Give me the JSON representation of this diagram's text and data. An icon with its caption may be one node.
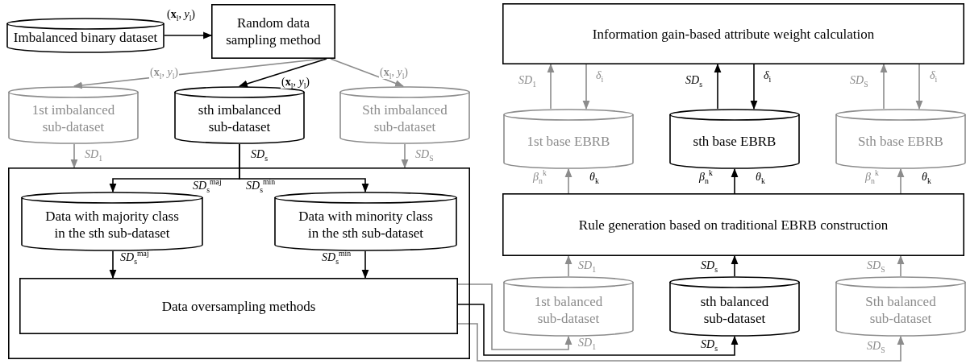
{
  "diagram": {
    "nodes": [
      {
        "text": [
          "Imbalanced binary dataset"
        ]
      },
      {
        "text": [
          "Random data sampling method"
        ]
      },
      {
        "text": [
          "1st imbalanced sub-dataset"
        ]
      },
      {
        "text": [
          "sth imbalanced sub-dataset"
        ]
      },
      {
        "text": [
          "Sth imbalanced sub-dataset"
        ]
      },
      {
        "text": [],
        "shape": "box"
      },
      {
        "text": [
          "Data with majority class in the sth sub-dataset"
        ],
        "in": 5
      },
      {
        "text": [
          "Data with minority class in the sth sub-dataset"
        ],
        "in": 5
      },
      {
        "text": [
          "Data oversampling methods"
        ],
        "in": 5
      },
      {
        "text": [
          "Information gain-based attribute weight calculation"
        ]
      },
      {
        "text": [
          "1st base EBRB"
        ]
      },
      {
        "text": [
          "sth base EBRB"
        ]
      },
      {
        "text": [
          "Sth base EBRB"
        ]
      },
      {
        "text": [
          "Rule generation based on traditional EBRB construction"
        ]
      },
      {
        "text": [
          "1st balanced sub-dataset"
        ]
      },
      {
        "text": [
          "sth balanced sub-dataset"
        ]
      },
      {
        "text": [
          "Sth balanced sub-dataset"
        ]
      }
    ],
    "edges": [
      {
        "from": 0,
        "to": 1,
        "arrow": "to",
        "label": "(**x**$_{l}$, *y*$_{l}$)",
        "color": "#000000"
      },
      {
        "from": 1,
        "to": 2,
        "arrow": "to",
        "label": "(**x**$_{l}$, *y*$_{l}$)",
        "color": "#8c8c8c"
      },
      {
        "from": 1,
        "to": 3,
        "arrow": "to",
        "label": "(**x**$_{l}$, *y*$_{l}$)",
        "color": "#000000"
      },
      {
        "from": 1,
        "to": 4,
        "arrow": "to",
        "label": "(**x**$_{l}$, *y*$_{l}$)",
        "color": "#8c8c8c"
      },
      {
        "from": 2,
        "to": 5,
        "arrow": "to",
        "label": "*SD*$_{1}$",
        "color": "#8c8c8c"
      },
      {
        "from": 3,
        "to": 6,
        "arrow": "to",
        "label": "*SD*$_{s}$$^{maj}$",
        "color": "#000000"
      },
      {
        "from": 3,
        "to": 7,
        "arrow": "to",
        "label": "*SD*$_{s}$$^{min}$",
        "color": "#000000"
      },
      {
        "from": 4,
        "to": 5,
        "arrow": "to",
        "label": "*SD*$_{S}$",
        "color": "#8c8c8c"
      },
      {
        "from": 6,
        "to": 8,
        "arrow": "to",
        "label": "*SD*$_{s}$$^{maj}$",
        "color": "#000000"
      },
      {
        "from": 7,
        "to": 8,
        "arrow": "to",
        "label": "*SD*$_{s}$$^{min}$",
        "color": "#000000"
      },
      {
        "from": 8,
        "to": 14,
        "arrow": "to",
        "label": "*SD*$_{1}$",
        "color": "#8c8c8c"
      },
      {
        "from": 8,
        "to": 15,
        "arrow": "to",
        "label": "*SD*$_{s}$",
        "color": "#000000"
      },
      {
        "from": 8,
        "to": 16,
        "arrow": "to",
        "label": "*SD*$_{S}$",
        "color": "#8c8c8c"
      },
      {
        "from": 14,
        "to": 13,
        "arrow": "to",
        "label": "*SD*$_{1}$",
        "color": "#8c8c8c"
      },
      {
        "from": 15,
        "to": 13,
        "arrow": "to",
        "label": "*SD*$_{s}$",
        "color": "#000000"
      },
      {
        "from": 16,
        "to": 13,
        "arrow": "to",
        "label": "*SD*$_{S}$",
        "color": "#8c8c8c"
      },
      {
        "from": 13,
        "to": 10,
        "arrow": "to",
        "label": "*β*$_{n}$$^{k}$",
        "color": "#8c8c8c"
      },
      {
        "from": 13,
        "to": 11,
        "arrow": "to",
        "label": "*β*$_{n}$$^{k}$",
        "color": "#000000"
      },
      {
        "from": 13,
        "to": 12,
        "arrow": "to",
        "label": "*β*$_{n}$$^{k}$",
        "color": "#8c8c8c"
      },
      {
        "from": 10,
        "to": 9,
        "arrow": "to",
        "label": "*SD*$_{1}$",
        "color": "#8c8c8c"
      },
      {
        "from": 9,
        "to": 10,
        "arrow": "to",
        "label": "*δ*$_{i}$",
        "color": "#8c8c8c"
      },
      {
        "from": 11,
        "to": 9,
        "arrow": "to",
        "label": "*SD*$_{s}$",
        "color": "#000000"
      },
      {
        "from": 9,
        "to": 11,
        "arrow": "to",
        "label": "*δ*$_{i}$",
        "color": "#000000"
      },
      {
        "from": 12,
        "to": 9,
        "arrow": "to",
        "label": "*SD*$_{S}$",
        "color": "#8c8c8c"
      },
      {
        "from": 9,
        "to": 12,
        "arrow": "to",
        "label": "*δ*$_{i}$",
        "color": "#8c8c8c"
      }
    ],
    "labels": [
      "*SD*$_{s}$",
      "*θ*$_{k}$",
      "*θ*$_{k}$",
      "*θ*$_{k}$"
    ]
  }
}
